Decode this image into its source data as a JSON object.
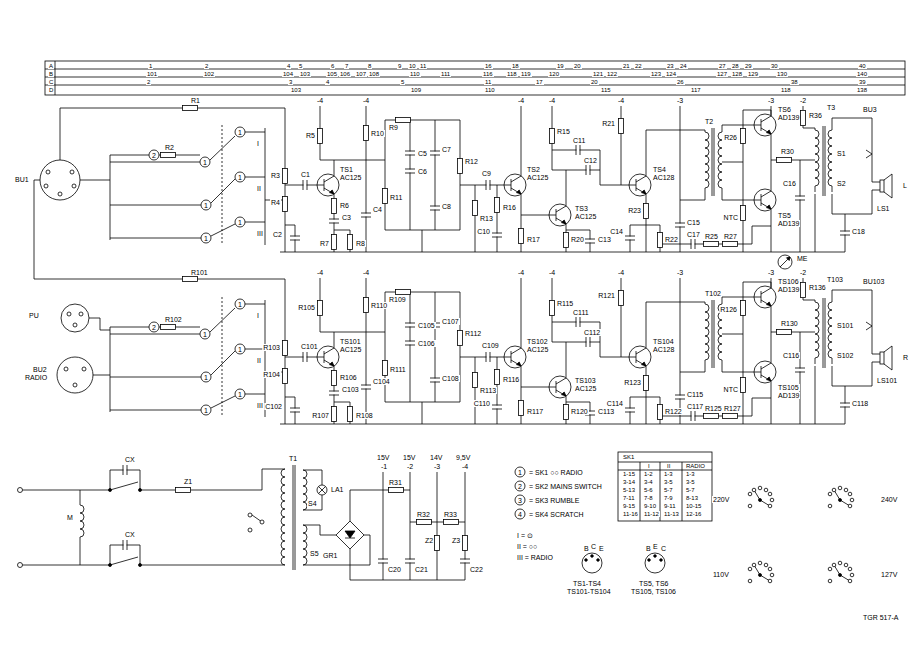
{
  "diagram": {
    "labels": [
      "A",
      "B",
      "C",
      "D",
      "1",
      "2",
      "4",
      "5",
      "6",
      "7",
      "8",
      "9",
      "10",
      "11",
      "16",
      "18",
      "19",
      "20",
      "21",
      "22",
      "23",
      "24",
      "27",
      "28",
      "29",
      "30",
      "40",
      "101",
      "102",
      "104",
      "103",
      "105",
      "106",
      "107",
      "108",
      "110",
      "111",
      "116",
      "118",
      "119",
      "120",
      "121",
      "122",
      "123",
      "124",
      "127",
      "128",
      "129",
      "130",
      "140",
      "2",
      "3",
      "4",
      "5",
      "11",
      "17",
      "20",
      "26",
      "38",
      "39",
      "103",
      "109",
      "110",
      "115",
      "117",
      "118",
      "138",
      "R3",
      "R4",
      "C1",
      "C2",
      "TS1",
      "AC125",
      "R5",
      "R6",
      "R7",
      "R8",
      "C3",
      "C4",
      "R10",
      "R9",
      "C5",
      "C6",
      "C7",
      "R11",
      "C8",
      "R12",
      "R13",
      "C9",
      "TS2",
      "AC125",
      "R16",
      "C10",
      "R17",
      "R15",
      "TS3",
      "AC125",
      "R20",
      "C13",
      "C12",
      "C11",
      "R21",
      "TS4",
      "AC128",
      "R23",
      "C14",
      "R22",
      "C15",
      "R27",
      "C17",
      "R25",
      "T2",
      "TS6",
      "AD139",
      "TS5",
      "AD139",
      "R26",
      "NTC",
      "R30",
      "R36",
      "C16",
      "T3",
      "S1",
      "S2",
      "C18",
      "BU3",
      "L",
      "LS1",
      "-4",
      "-4",
      "-4",
      "-4",
      "-4",
      "-3",
      "-3",
      "-2",
      "R103",
      "R104",
      "C101",
      "C102",
      "TS101",
      "AC125",
      "R105",
      "R106",
      "R107",
      "R108",
      "C103",
      "C104",
      "R110",
      "R109",
      "C105",
      "C106",
      "C107",
      "R111",
      "C108",
      "R112",
      "R113",
      "C109",
      "TS102",
      "AC125",
      "R116",
      "C110",
      "R117",
      "R115",
      "TS103",
      "AC125",
      "R120",
      "C113",
      "C112",
      "C111",
      "R121",
      "TS104",
      "AC128",
      "R123",
      "C114",
      "R122",
      "C115",
      "R127",
      "C117",
      "R125",
      "T102",
      "TS106",
      "AD139",
      "TS105",
      "AD139",
      "R126",
      "NTC",
      "R130",
      "R136",
      "C116",
      "T103",
      "S101",
      "S102",
      "C118",
      "BU103",
      "R",
      "LS101",
      "-4",
      "-4",
      "-4",
      "-4",
      "-4",
      "-3",
      "-3",
      "-2",
      "R1",
      "R2",
      "BU1",
      "PU",
      "BU2",
      "RADIO",
      "1",
      "2",
      "1",
      "1",
      "1",
      "1",
      "1",
      "I",
      "II",
      "III",
      "1",
      "2",
      "1",
      "1",
      "1",
      "1",
      "1",
      "I",
      "II",
      "III",
      "R101",
      "R102",
      "ME",
      "T1",
      "Z1",
      "CX",
      "CX",
      "M",
      "LA1",
      "GR1",
      "S4",
      "S5",
      "15V",
      "15V",
      "14V",
      "9,5V",
      "-1",
      "-2",
      "-3",
      "-4",
      "R31",
      "Z2",
      "Z3",
      "R32",
      "R33",
      "C20",
      "C21",
      "C22",
      "1",
      "= SK1 ○○ RADIO",
      "2",
      "= SK2 MAINS SWITCH",
      "3",
      "= SK3 RUMBLE",
      "4",
      "= SK4 SCRATCH",
      "I = ⊙",
      "II = ○○",
      "III = RADIO",
      "SK1",
      "I",
      "II",
      "RADIO",
      "1-15",
      "1-2",
      "1-3",
      "1-3",
      "3-14",
      "3-4",
      "3-5",
      "3-5",
      "5-13",
      "5-6",
      "5-7",
      "5-7",
      "7-11",
      "7-8",
      "7-9",
      "8-13",
      "9-15",
      "9-10",
      "9-11",
      "10-15",
      "11-16",
      "11-12",
      "11-13",
      "12-16",
      "B",
      "C",
      "E",
      "TS1-TS4",
      "TS101-TS104",
      "B",
      "E",
      "C",
      "TS5, TS6",
      "TS105, TS106",
      "220V",
      "240V",
      "110V",
      "127V",
      "TGR 517-A"
    ]
  }
}
